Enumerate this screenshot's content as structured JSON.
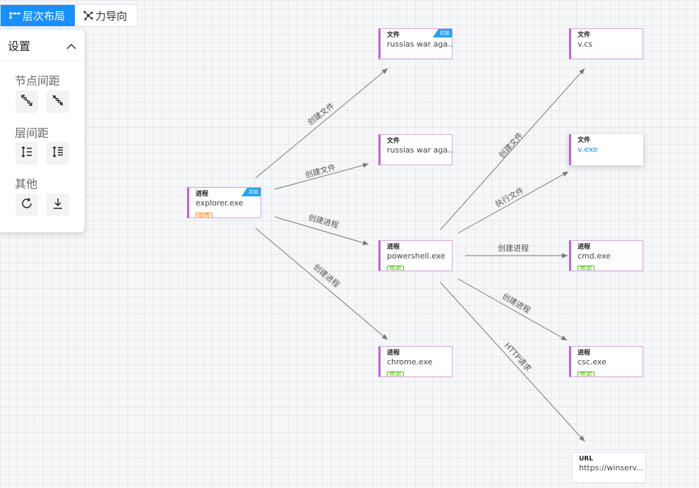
{
  "tabs": [
    {
      "label": "层次布局",
      "icon": "hierarchy-icon",
      "active": true
    },
    {
      "label": "力导向",
      "icon": "force-graph-icon",
      "active": false
    }
  ],
  "settings": {
    "title": "设置",
    "sections": [
      {
        "label": "节点间距",
        "buttons": [
          "expand-spacing-icon",
          "shrink-spacing-icon"
        ]
      },
      {
        "label": "层间距",
        "buttons": [
          "increase-layer-gap-icon",
          "decrease-layer-gap-icon"
        ]
      },
      {
        "label": "其他",
        "buttons": [
          "refresh-icon",
          "download-icon"
        ]
      }
    ]
  },
  "nodes": [
    {
      "id": "explorer",
      "type": "进程",
      "label": "explorer.exe",
      "badge": "中危",
      "badge_color": "#fa8c16",
      "corner": "初始"
    },
    {
      "id": "file1",
      "type": "文件",
      "label": "russias war aga...",
      "corner": "初始"
    },
    {
      "id": "file2",
      "type": "文件",
      "label": "russias war aga..."
    },
    {
      "id": "powershell",
      "type": "进程",
      "label": "powershell.exe",
      "badge": "签名",
      "badge_color": "#52c41a"
    },
    {
      "id": "chrome",
      "type": "进程",
      "label": "chrome.exe",
      "badge": "签名",
      "badge_color": "#52c41a"
    },
    {
      "id": "vcs",
      "type": "文件",
      "label": "v.cs"
    },
    {
      "id": "vexe",
      "type": "文件",
      "label": "v.exe"
    },
    {
      "id": "cmd",
      "type": "进程",
      "label": "cmd.exe",
      "badge": "签名",
      "badge_color": "#52c41a"
    },
    {
      "id": "csc",
      "type": "进程",
      "label": "csc.exe",
      "badge": "签名",
      "badge_color": "#52c41a"
    },
    {
      "id": "url",
      "type": "URL",
      "label": "https://winserv..."
    }
  ],
  "edges": [
    {
      "from": "explorer",
      "to": "file1",
      "label": "创建文件"
    },
    {
      "from": "explorer",
      "to": "file2",
      "label": "创建文件"
    },
    {
      "from": "explorer",
      "to": "powershell",
      "label": "创建进程"
    },
    {
      "from": "explorer",
      "to": "chrome",
      "label": "创建进程"
    },
    {
      "from": "powershell",
      "to": "vcs",
      "label": "创建文件"
    },
    {
      "from": "powershell",
      "to": "vexe",
      "label": "执行文件"
    },
    {
      "from": "powershell",
      "to": "cmd",
      "label": "创建进程"
    },
    {
      "from": "powershell",
      "to": "csc",
      "label": "创建进程"
    },
    {
      "from": "powershell",
      "to": "url",
      "label": "HTTP请求"
    }
  ],
  "colors": {
    "accent": "#1890ff",
    "node_border": "#c062d0",
    "edge": "#777777",
    "corner_tag": "#1ea3ef"
  }
}
